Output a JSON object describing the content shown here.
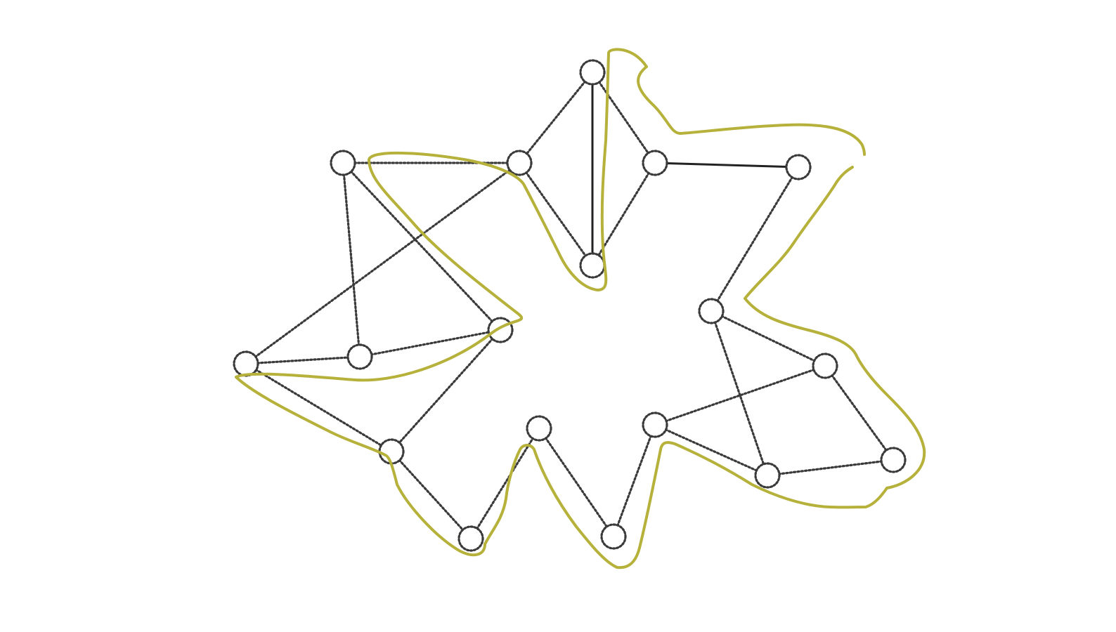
{
  "diagram": {
    "type": "graph",
    "colors": {
      "background": "#ffffff",
      "edge_dotted": "#3a3a3a",
      "edge_solid": "#222222",
      "node_outline": "#3a3a3a",
      "hand_drawn_outline": "#b5b13a"
    },
    "nodes": [
      {
        "id": "n1"
      },
      {
        "id": "n2"
      },
      {
        "id": "n3"
      },
      {
        "id": "n4"
      },
      {
        "id": "n5"
      },
      {
        "id": "n6"
      },
      {
        "id": "n7"
      },
      {
        "id": "n8"
      },
      {
        "id": "n9"
      },
      {
        "id": "n10"
      },
      {
        "id": "n11"
      },
      {
        "id": "n12"
      },
      {
        "id": "n13"
      },
      {
        "id": "n14"
      },
      {
        "id": "n15"
      },
      {
        "id": "n16"
      },
      {
        "id": "n17"
      },
      {
        "id": "n18"
      }
    ],
    "edges": [
      {
        "from": "n1",
        "to": "n2",
        "style": "dotted"
      },
      {
        "from": "n1",
        "to": "n4",
        "style": "solid"
      },
      {
        "from": "n1",
        "to": "n3",
        "style": "dotted"
      },
      {
        "from": "n2",
        "to": "n4",
        "style": "dotted"
      },
      {
        "from": "n3",
        "to": "n4",
        "style": "dotted"
      },
      {
        "from": "n2",
        "to": "n5",
        "style": "dotted"
      },
      {
        "from": "n2",
        "to": "n6",
        "style": "dotted"
      },
      {
        "from": "n5",
        "to": "n7",
        "style": "dotted"
      },
      {
        "from": "n5",
        "to": "n8",
        "style": "dotted"
      },
      {
        "from": "n6",
        "to": "n7",
        "style": "dotted"
      },
      {
        "from": "n7",
        "to": "n8",
        "style": "dotted"
      },
      {
        "from": "n8",
        "to": "n9",
        "style": "dotted"
      },
      {
        "from": "n6",
        "to": "n9",
        "style": "dotted"
      },
      {
        "from": "n6",
        "to": "n10",
        "style": "dotted"
      },
      {
        "from": "n10",
        "to": "n11",
        "style": "dotted"
      },
      {
        "from": "n11",
        "to": "n12",
        "style": "dotted"
      },
      {
        "from": "n13",
        "to": "n12",
        "style": "dotted"
      },
      {
        "from": "n12",
        "to": "n14",
        "style": "dotted"
      },
      {
        "from": "n14",
        "to": "n16",
        "style": "dotted"
      },
      {
        "from": "n14",
        "to": "n15",
        "style": "dotted"
      },
      {
        "from": "n15",
        "to": "n17",
        "style": "dotted"
      },
      {
        "from": "n15",
        "to": "n18",
        "style": "dotted"
      },
      {
        "from": "n16",
        "to": "n17",
        "style": "dotted"
      },
      {
        "from": "n17",
        "to": "n18",
        "style": "dotted"
      },
      {
        "from": "n16",
        "to": "n18",
        "style": "dotted"
      },
      {
        "from": "n3",
        "to": "n15",
        "style": "solid"
      }
    ],
    "annotations": [
      {
        "id": "outline-left",
        "kind": "hand-drawn-outline"
      },
      {
        "id": "outline-center",
        "kind": "hand-drawn-outline"
      },
      {
        "id": "outline-right",
        "kind": "hand-drawn-outline"
      }
    ]
  }
}
